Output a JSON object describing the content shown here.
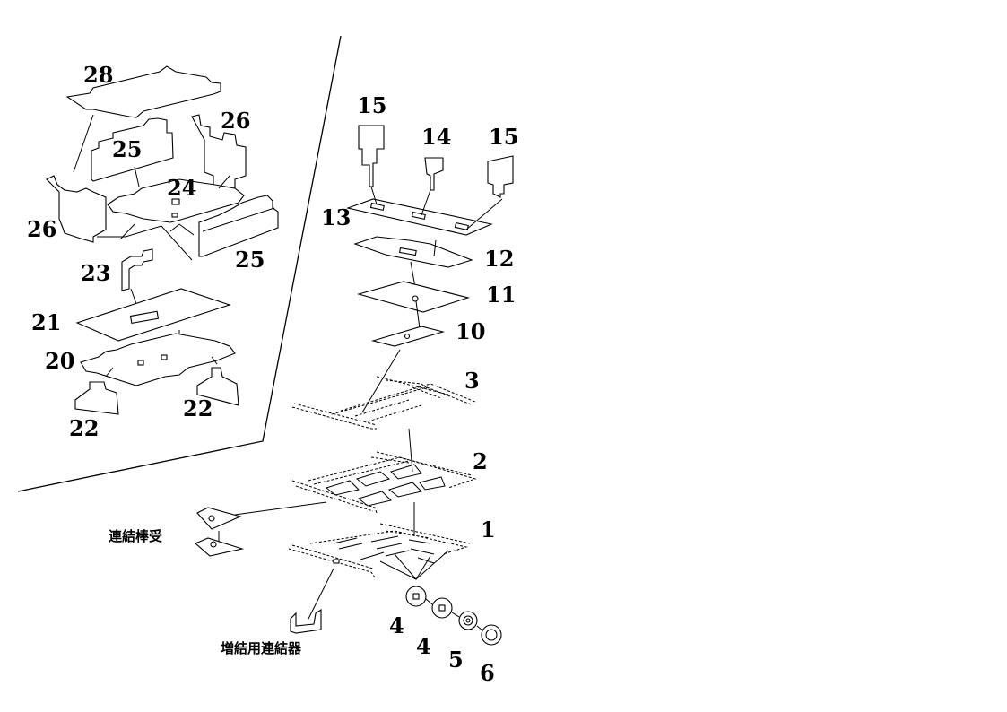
{
  "labels": {
    "n1": "1",
    "n2": "2",
    "n3": "3",
    "n4a": "4",
    "n4b": "4",
    "n5": "5",
    "n6": "6",
    "n10": "10",
    "n11": "11",
    "n12": "12",
    "n13": "13",
    "n14": "14",
    "n15a": "15",
    "n15b": "15",
    "n20": "20",
    "n21": "21",
    "n22a": "22",
    "n22b": "22",
    "n23": "23",
    "n24": "24",
    "n25a": "25",
    "n25b": "25",
    "n26a": "26",
    "n26b": "26",
    "n28": "28"
  },
  "captions": {
    "coupler_receiver": "連結棒受",
    "extension_coupler": "増結用連結器"
  }
}
